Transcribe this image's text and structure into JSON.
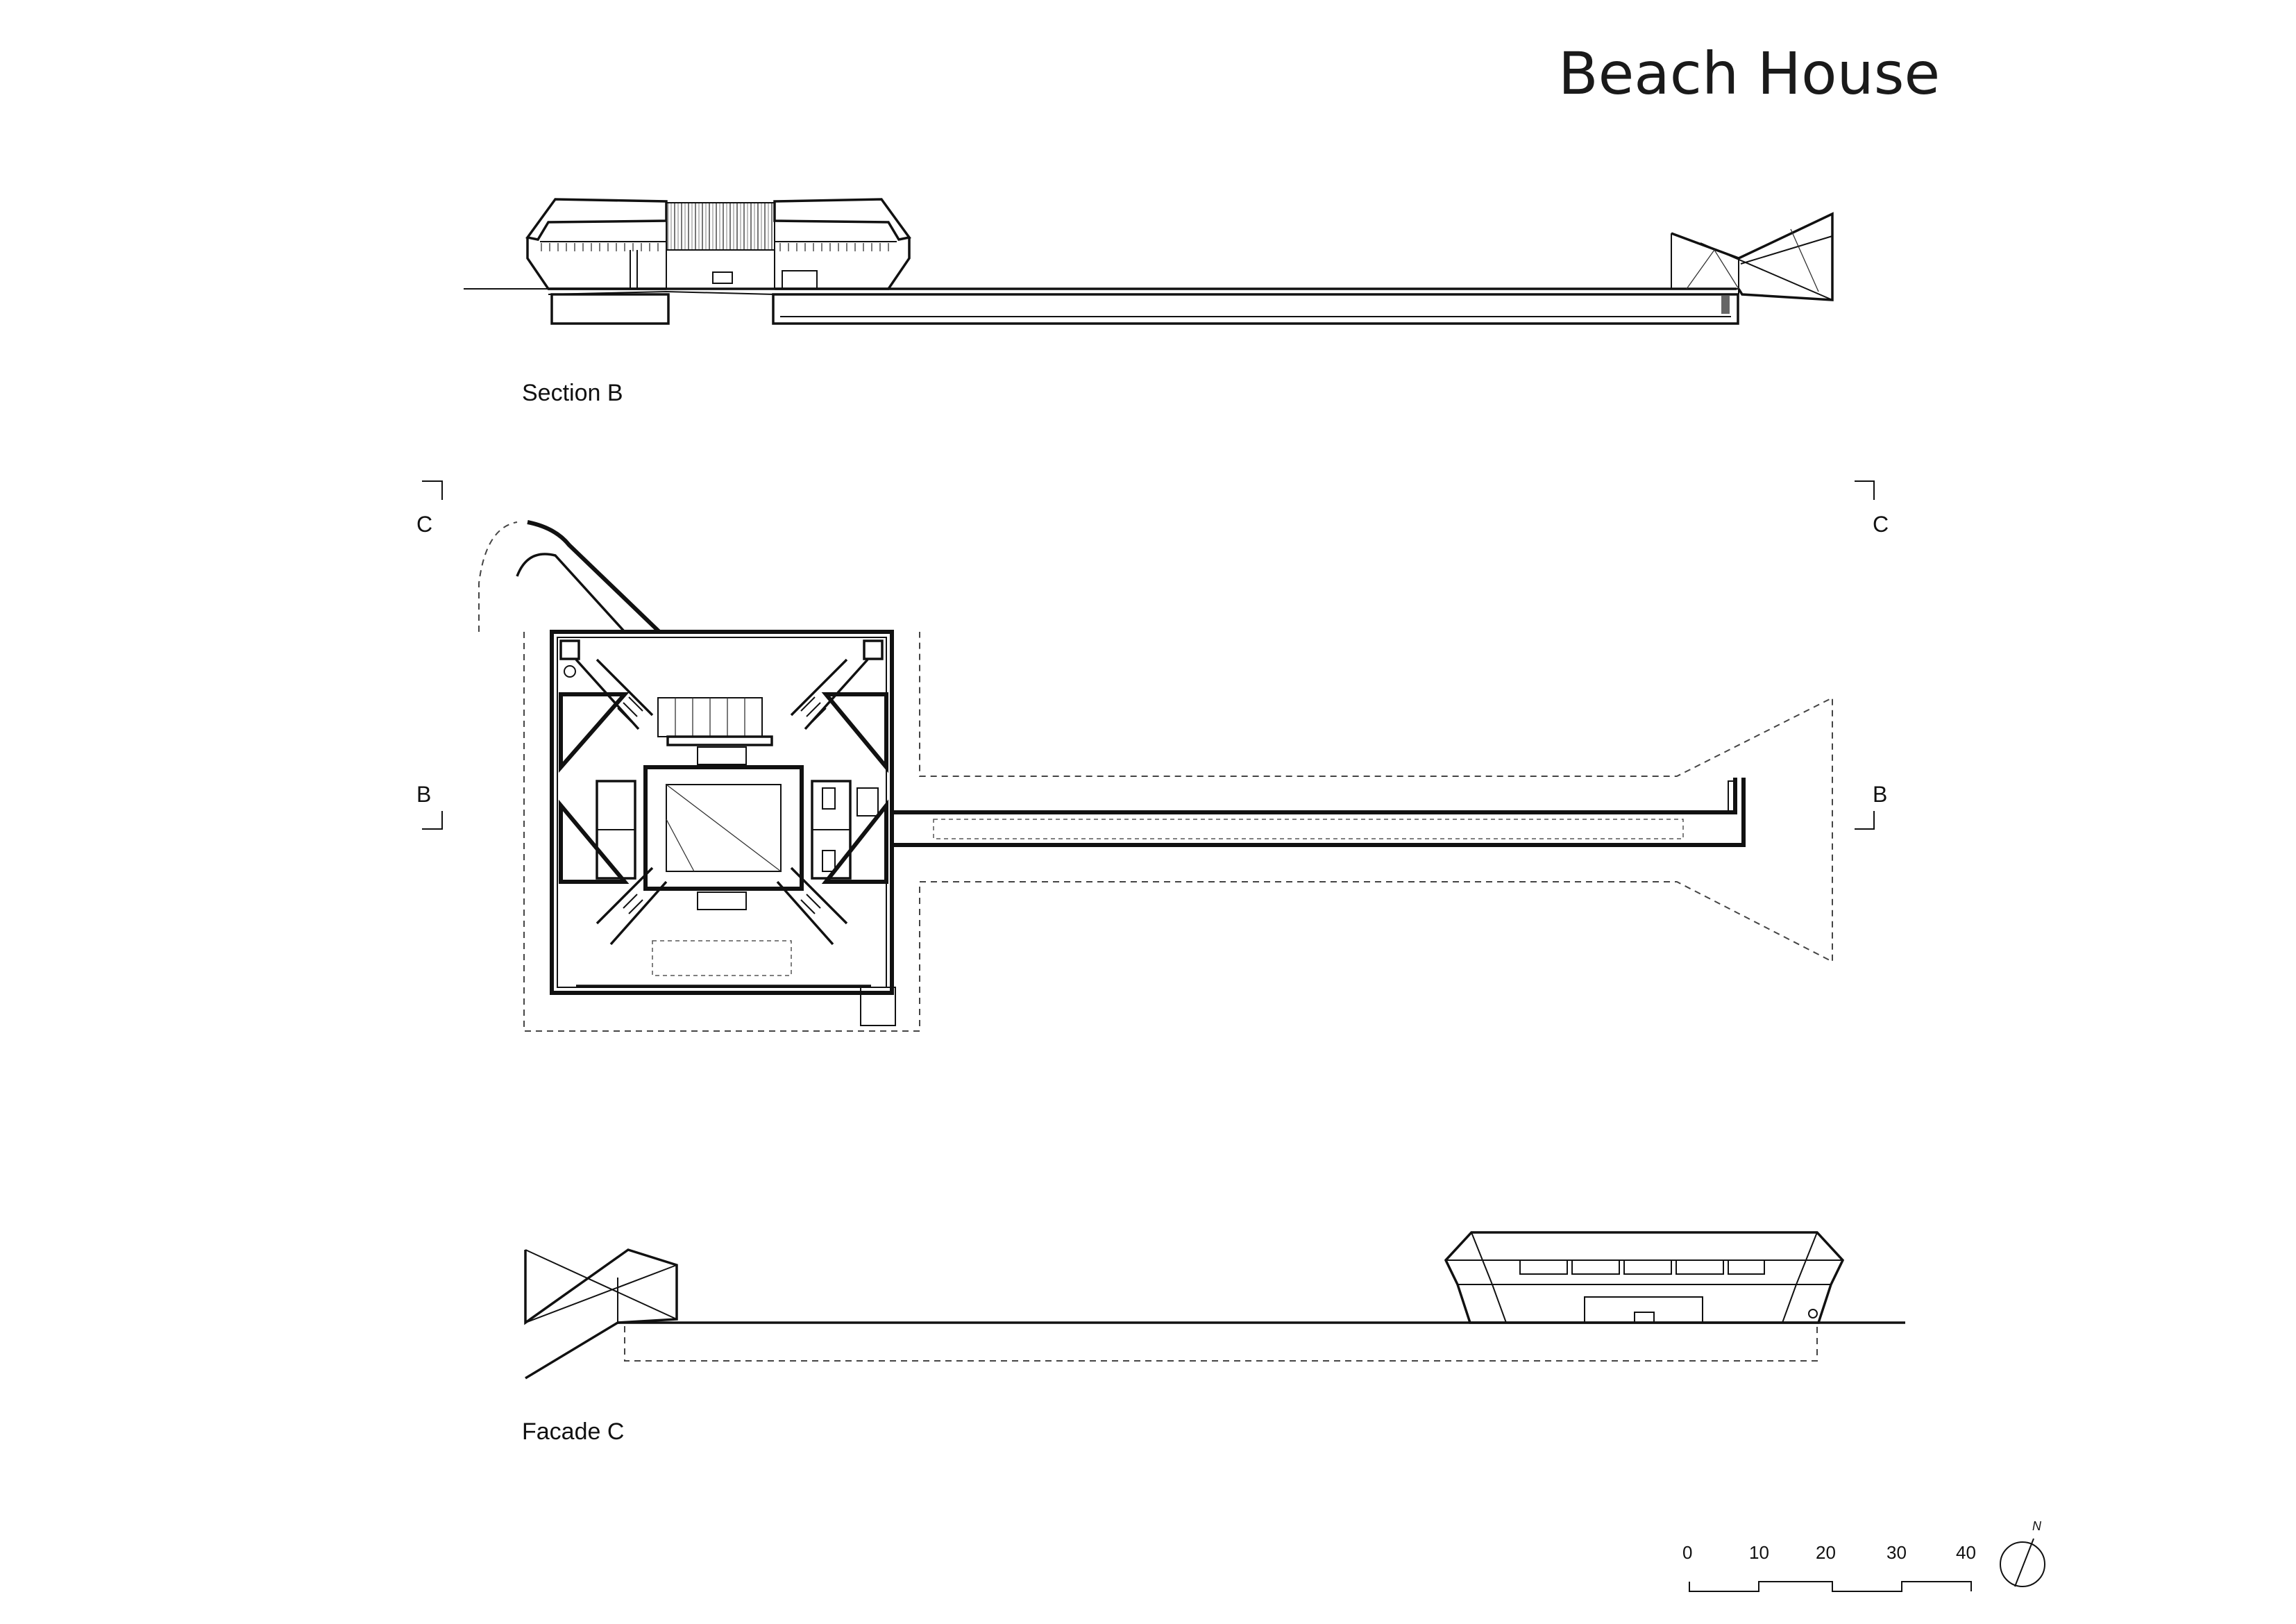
{
  "title": "Beach House",
  "drawings": {
    "section": {
      "label": "Section B"
    },
    "plan": {
      "markers": {
        "section_c_left": "C",
        "section_c_right": "C",
        "section_b_left": "B",
        "section_b_right": "B"
      }
    },
    "facade": {
      "label": "Facade C"
    }
  },
  "scale_bar": {
    "ticks": [
      "0",
      "10",
      "20",
      "30",
      "40"
    ]
  },
  "north_arrow": {
    "label": "N"
  }
}
